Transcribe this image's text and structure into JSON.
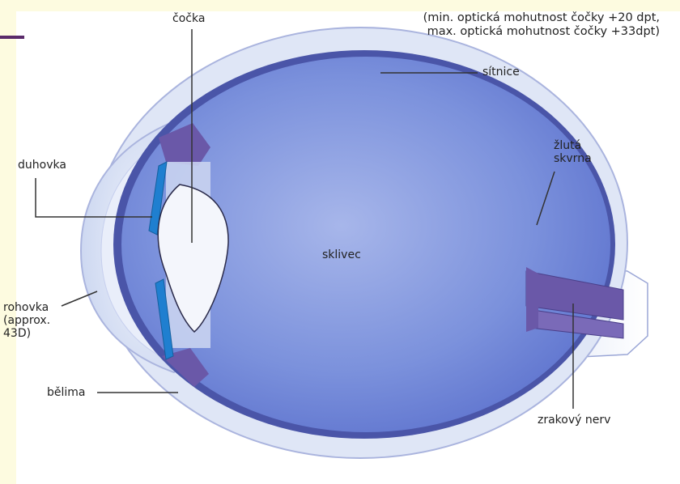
{
  "labels": {
    "cocka": "čočka",
    "note_line1": "(min. optická mohutnost čočky +20 dpt,",
    "note_line2": "max. optická mohutnost čočky +33dpt)",
    "sitnice": "sítnice",
    "zluta_line1": "žlutá",
    "zluta_line2": "skvrna",
    "duhovka": "duhovka",
    "sklivec": "sklivec",
    "rohovka_line1": "rohovka",
    "rohovka_line2": "(approx.",
    "rohovka_line3": "43D)",
    "belima": "bělima",
    "zrakovy_nerv": "zrakový nerv"
  },
  "colors": {
    "background": "#fdfbe0",
    "panel": "#ffffff",
    "vitreous": "#6f87d8",
    "retina_edge": "#4a55a8",
    "sclera": "#dfe6f6",
    "iris": "#1f7fd0",
    "ciliary": "#6a58a8",
    "lens": "#f4f6fc",
    "accent": "#5a2a6a"
  }
}
